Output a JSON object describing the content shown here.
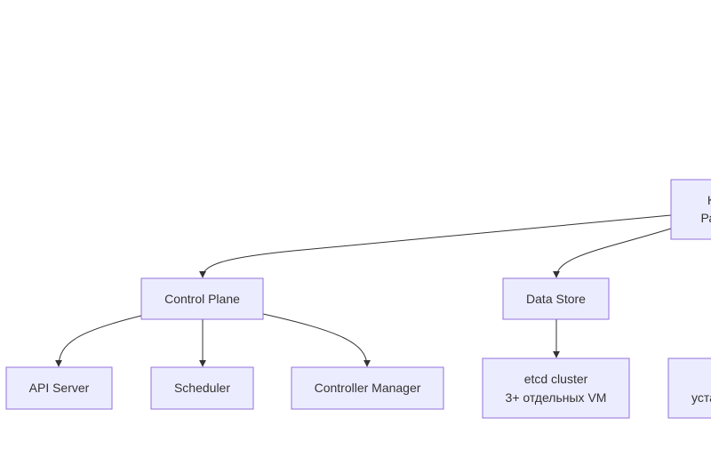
{
  "diagram": {
    "colors": {
      "node_fill": "#ececff",
      "node_stroke": "#9370db",
      "edge": "#333333"
    },
    "nodes": {
      "root": {
        "line1": "К",
        "line2": "Раз"
      },
      "control_plane": {
        "label": "Control Plane"
      },
      "data_store": {
        "label": "Data Store"
      },
      "api_server": {
        "label": "API Server"
      },
      "scheduler": {
        "label": "Scheduler"
      },
      "controller_manager": {
        "label": "Controller Manager"
      },
      "etcd": {
        "line1": "etcd cluster",
        "line2": "3+ отдельных VM"
      },
      "right_partial": {
        "line2": "уста"
      }
    },
    "edges": [
      {
        "from": "root",
        "to": "control_plane"
      },
      {
        "from": "root",
        "to": "data_store"
      },
      {
        "from": "control_plane",
        "to": "api_server"
      },
      {
        "from": "control_plane",
        "to": "scheduler"
      },
      {
        "from": "control_plane",
        "to": "controller_manager"
      },
      {
        "from": "data_store",
        "to": "etcd"
      }
    ]
  }
}
